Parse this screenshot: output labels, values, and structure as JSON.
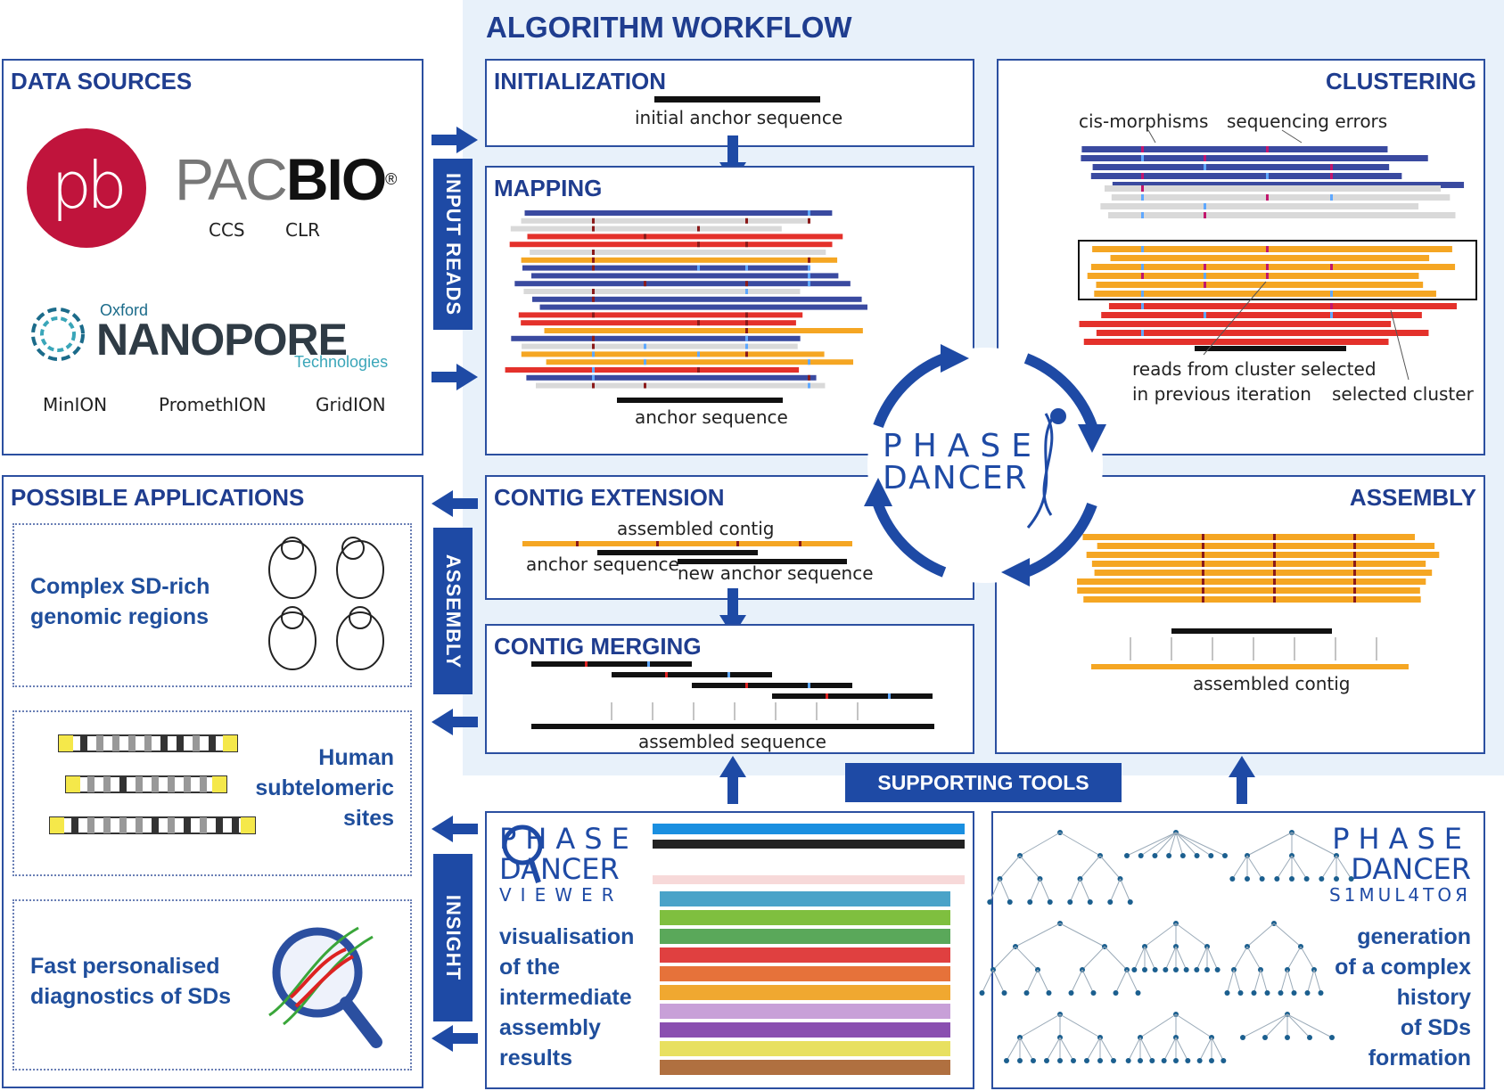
{
  "workflow_title": "ALGORITHM WORKFLOW",
  "data_sources": {
    "title": "DATA SOURCES",
    "pacbio": {
      "logo_letters": "pb",
      "brand_left": "PAC",
      "brand_right": "BIO",
      "reg": "®",
      "modes": [
        "CCS",
        "CLR"
      ]
    },
    "nanopore": {
      "small_top": "Oxford",
      "brand": "NANOPORE",
      "small_bottom": "Technologies",
      "devices": [
        "MinION",
        "PromethION",
        "GridION"
      ]
    }
  },
  "side_labels": {
    "input_reads": "INPUT READS",
    "assembly": "ASSEMBLY",
    "insight": "INSIGHT"
  },
  "initialization": {
    "title": "INITIALIZATION",
    "caption": "initial anchor sequence"
  },
  "mapping": {
    "title": "MAPPING",
    "caption": "anchor sequence"
  },
  "clustering": {
    "title": "CLUSTERING",
    "label_cis": "cis-morphisms",
    "label_errors": "sequencing errors",
    "label_reads_1": "reads from cluster selected",
    "label_reads_2": "in previous iteration",
    "label_selected": "selected cluster"
  },
  "center": {
    "line1": "PHASE",
    "line2": "DANCER"
  },
  "contig_extension": {
    "title": "CONTIG EXTENSION",
    "assembled": "assembled contig",
    "anchor": "anchor sequence",
    "new_anchor": "new anchor sequence"
  },
  "assembly_panel": {
    "title": "ASSEMBLY",
    "caption": "assembled contig"
  },
  "contig_merging": {
    "title": "CONTIG MERGING",
    "caption": "assembled sequence"
  },
  "supporting_tools": "SUPPORTING TOOLS",
  "applications": {
    "title": "POSSIBLE APPLICATIONS",
    "app1": [
      "Complex SD-rich",
      "genomic regions"
    ],
    "app2": [
      "Human",
      "subtelomeric",
      "sites"
    ],
    "app3": [
      "Fast personalised",
      "diagnostics of SDs"
    ]
  },
  "viewer": {
    "logo1": "PHASE",
    "logo2": "DANCER",
    "logo3": "VIEWER",
    "desc": [
      "visualisation",
      "of the",
      "intermediate",
      "assembly",
      "results"
    ]
  },
  "simulator": {
    "logo1": "PHASE",
    "logo2": "DANCER",
    "logo3": "S1MUL4TOЯ",
    "desc": [
      "generation",
      "of a complex",
      "history",
      "of SDs",
      "formation"
    ]
  },
  "colors": {
    "navy": "#1e4aa5",
    "title_blue": "#1f3d8f",
    "pacbio_red": "#c0143c",
    "read_blue": "#3a4aa0",
    "read_red": "#e4312b",
    "read_orange": "#f5a623",
    "read_grey": "#d9d9d9",
    "anchor_black": "#111111",
    "bg_light": "#e8f1fa"
  }
}
